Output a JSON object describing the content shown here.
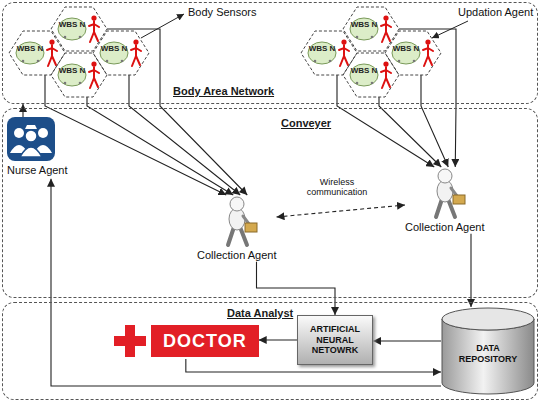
{
  "diagram": {
    "nodes": [
      {
        "text": [
          "Body Area Network"
        ]
      },
      {
        "text": [
          "WBS N"
        ],
        "in": 0
      },
      {
        "text": [
          "WBS N"
        ],
        "in": 0
      },
      {
        "text": [
          "WBS N"
        ],
        "in": 0
      },
      {
        "text": [
          "WBS N"
        ],
        "in": 0
      },
      {
        "text": [
          "WBS N"
        ],
        "in": 0
      },
      {
        "text": [
          "WBS N"
        ],
        "in": 0
      },
      {
        "text": [
          "WBS N"
        ],
        "in": 0
      },
      {
        "text": [
          "WBS N"
        ],
        "in": 0
      },
      {
        "text": [
          "Conveyer"
        ]
      },
      {
        "text": [
          "Nurse Agent"
        ],
        "in": 9
      },
      {
        "text": [
          "Collection Agent"
        ],
        "in": 9
      },
      {
        "text": [
          "Collection Agent"
        ],
        "in": 9
      },
      {
        "text": [
          "Data Analyst"
        ]
      },
      {
        "text": [
          "DOCTOR"
        ],
        "in": 13
      },
      {
        "text": [
          "ARTIFICIAL NEURAL NETOWRK"
        ],
        "in": 13
      },
      {
        "text": [
          "DATA REPOSITORY"
        ],
        "in": 13
      }
    ],
    "edges": [
      {
        "from": 1,
        "to": 11,
        "arrow": "to"
      },
      {
        "from": 2,
        "to": 11,
        "arrow": "to"
      },
      {
        "from": 3,
        "to": 11,
        "arrow": "to"
      },
      {
        "from": 4,
        "to": 11,
        "arrow": "to"
      },
      {
        "from": 5,
        "to": 12,
        "arrow": "to"
      },
      {
        "from": 6,
        "to": 12,
        "arrow": "to"
      },
      {
        "from": 7,
        "to": 12,
        "arrow": "to"
      },
      {
        "from": 8,
        "to": 12,
        "arrow": "to"
      },
      {
        "from": 11,
        "to": 12,
        "arrow": "both"
      },
      {
        "from": 11,
        "to": 15,
        "arrow": "to"
      },
      {
        "from": 12,
        "to": 16,
        "arrow": "to"
      },
      {
        "from": 16,
        "to": 15,
        "arrow": "to"
      },
      {
        "from": 15,
        "to": 14,
        "arrow": "to"
      },
      {
        "from": 14,
        "to": 16,
        "arrow": "to"
      },
      {
        "from": 16,
        "to": 10,
        "arrow": "to"
      },
      {
        "from": 10,
        "to": 0,
        "arrow": "to"
      }
    ],
    "labels": [
      "Body Sensors",
      "Updation Agent",
      "Wireless communication"
    ]
  }
}
